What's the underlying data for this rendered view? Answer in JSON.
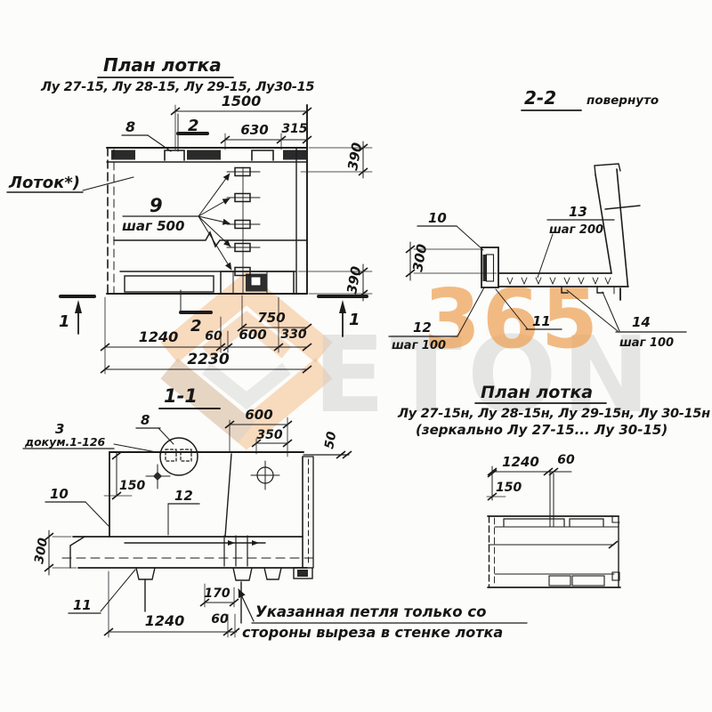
{
  "plan_top": {
    "title": "План  лотка",
    "subtitle": "Лу 27-15, Лу 28-15, Лу 29-15, Лу30-15",
    "label_tray": "Лоток*)",
    "pos8": "8",
    "pos9": "9",
    "pos9_step": "шаг 500",
    "sec2": "2",
    "sec1": "1",
    "dim_1500": "1500",
    "dim_630": "630",
    "dim_315": "315",
    "dim_390_top": "390",
    "dim_390_bottom": "390",
    "dim_750": "750",
    "dim_1240": "1240",
    "dim_60": "60",
    "dim_600": "600",
    "dim_330": "330",
    "dim_2230": "2230"
  },
  "section_2_2": {
    "title": "2-2",
    "rotated_note": "повернуто",
    "pos10": "10",
    "pos11": "11",
    "pos12": "12",
    "pos12_step": "шаг 100",
    "pos13": "13",
    "pos13_step": "шаг 200",
    "pos14": "14",
    "pos14_step": "шаг 100",
    "dim_300": "300"
  },
  "section_1_1": {
    "title": "1-1",
    "pos3": "3",
    "pos3_doc": "докум.1-126",
    "pos8": "8",
    "pos10": "10",
    "pos11": "11",
    "pos12": "12",
    "dim_600": "600",
    "dim_350": "350",
    "dim_50": "50",
    "dim_150": "150",
    "dim_300": "300",
    "dim_170": "170",
    "dim_1240": "1240",
    "dim_60": "60"
  },
  "plan_bottom": {
    "title": "План  лотка",
    "subtitle": "Лу 27-15н, Лу 28-15н, Лу 29-15н, Лу 30-15н",
    "subtitle2": "(зеркально Лу 27-15... Лу 30-15)",
    "dim_1240": "1240",
    "dim_60": "60",
    "dim_150": "150"
  },
  "note": {
    "line1": "Указанная петля только со",
    "line2": "стороны выреза в стенке лотка"
  },
  "watermark": {
    "digits": "365",
    "letters": "ETON",
    "orange": "#efa256",
    "gray": "#d0d0d0"
  },
  "colors": {
    "ink": "#1c1c1c",
    "paper": "#fcfcfa"
  }
}
